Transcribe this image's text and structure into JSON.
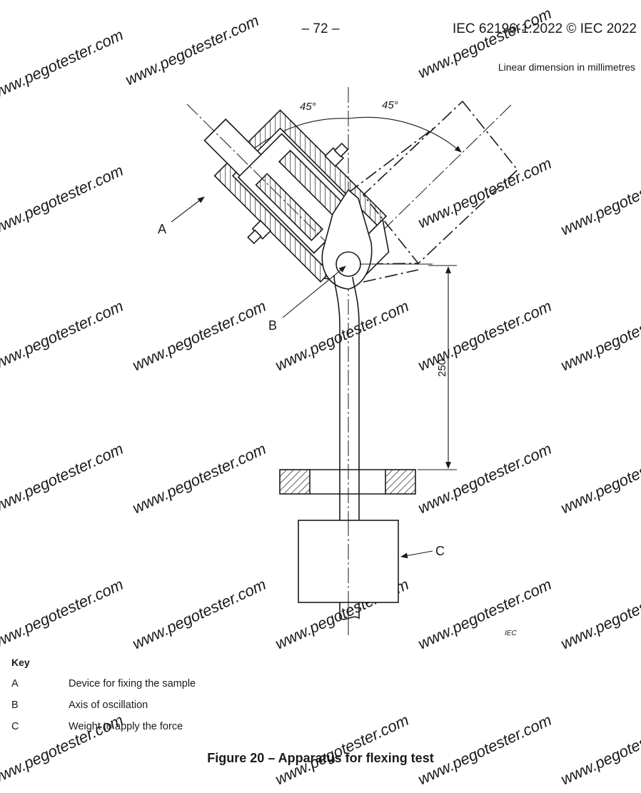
{
  "header": {
    "page_number": "– 72 –",
    "standard": "IEC 62196-1:2022 © IEC 2022"
  },
  "units_note": "Linear dimension in millimetres",
  "figure": {
    "angle_left": "45°",
    "angle_right": "45°",
    "dimension_250": "250",
    "label_a": "A",
    "label_b": "B",
    "label_c": "C",
    "iec_mark": "IEC"
  },
  "key": {
    "title": "Key",
    "items": [
      {
        "code": "A",
        "text": "Device for fixing the sample"
      },
      {
        "code": "B",
        "text": "Axis of oscillation"
      },
      {
        "code": "C",
        "text": "Weight to apply the force"
      }
    ]
  },
  "caption": "Figure 20 – Apparatus for flexing test",
  "watermark": "www.pegotester.com"
}
